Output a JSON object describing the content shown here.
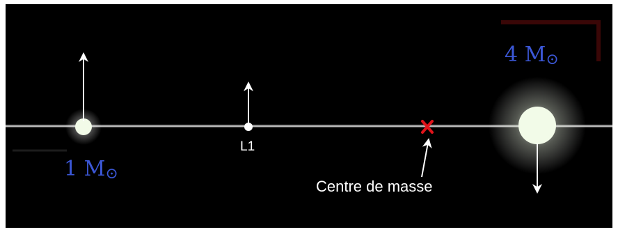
{
  "diagram": {
    "star_small": {
      "mass_text": "1 M",
      "sun_symbol": "⊙"
    },
    "star_large": {
      "mass_text": "4 M",
      "sun_symbol": "⊙"
    },
    "lagrange_point": {
      "label": "L1"
    },
    "center_of_mass": {
      "label": "Centre de masse",
      "marker": "x"
    },
    "colors": {
      "background": "#000000",
      "axis": "#b8b8b8",
      "star": "#f2fbe8",
      "mass_label": "#3b57d6",
      "center_marker": "#e0141b",
      "arrow": "#ffffff"
    }
  }
}
